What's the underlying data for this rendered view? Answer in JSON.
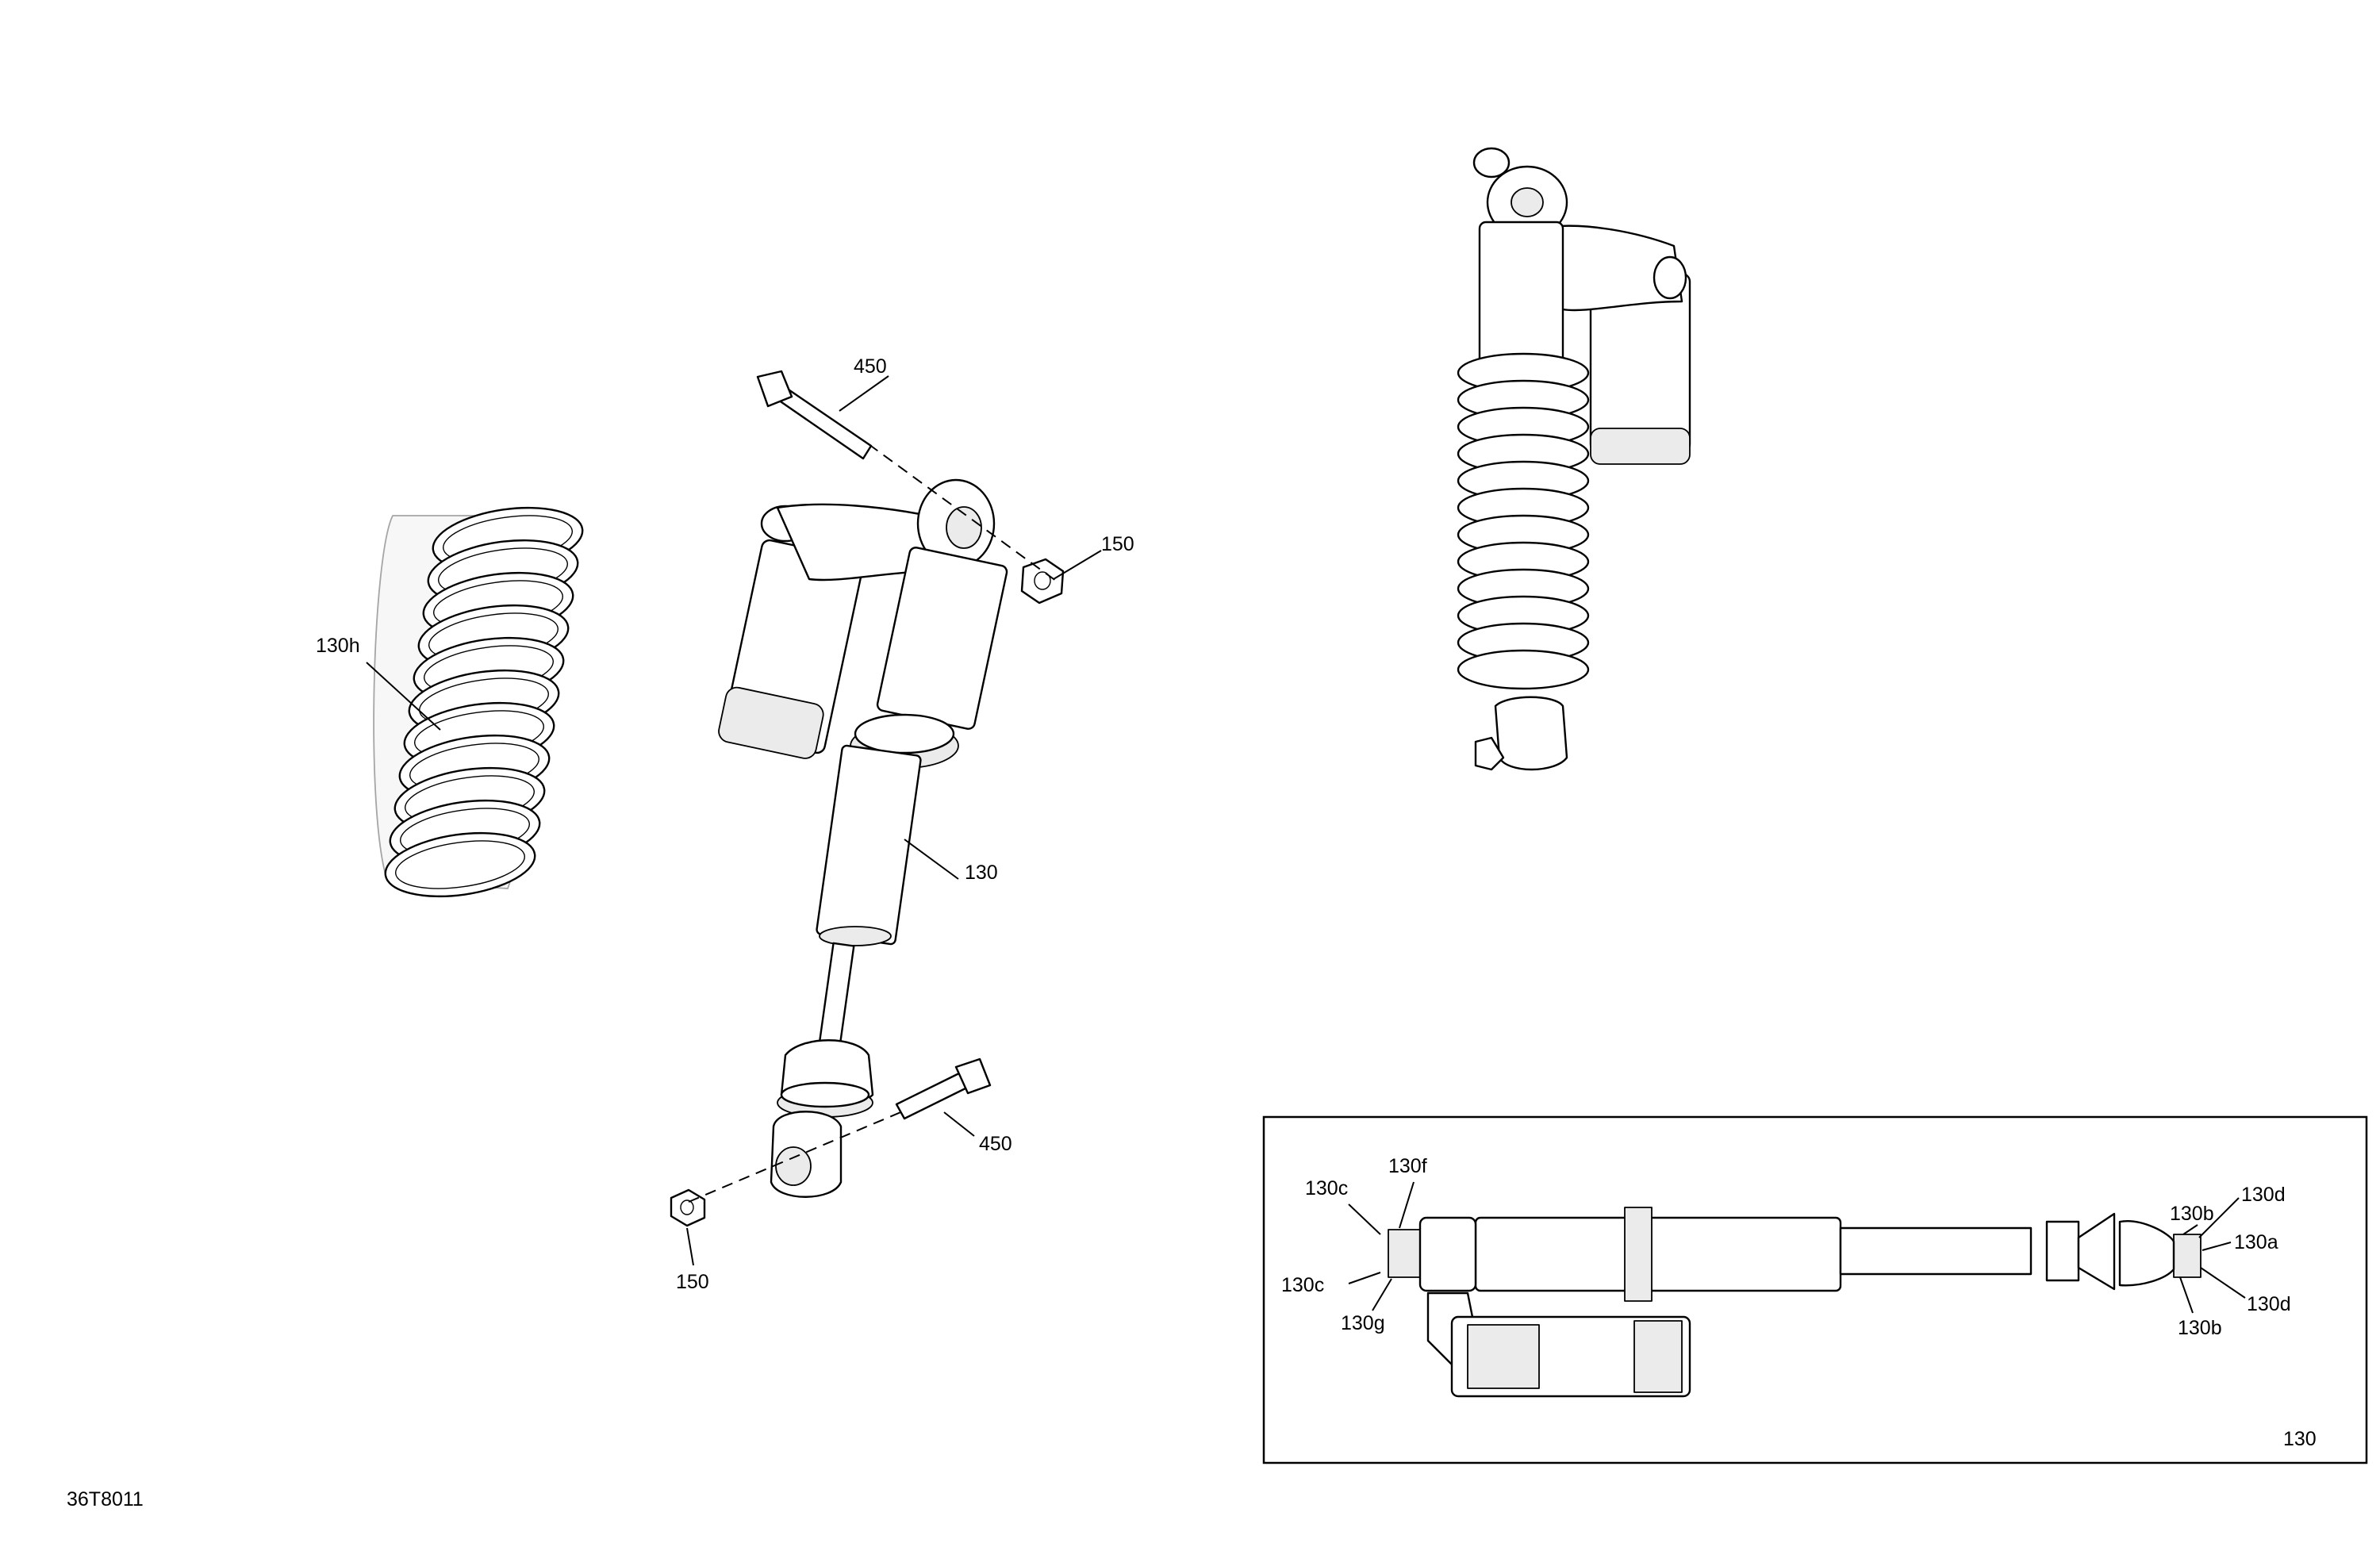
{
  "figure_code": "36T8011",
  "callouts": {
    "bolt_top": "450",
    "nut_top": "150",
    "spring": "130h",
    "shock": "130",
    "bolt_bottom": "450",
    "nut_bottom": "150"
  },
  "inset": {
    "ref": "130",
    "labels": {
      "c_top": "130c",
      "f": "130f",
      "c_bottom": "130c",
      "g": "130g",
      "b_top": "130b",
      "d_top": "130d",
      "a": "130a",
      "d_bottom": "130d",
      "b_bottom": "130b"
    }
  }
}
